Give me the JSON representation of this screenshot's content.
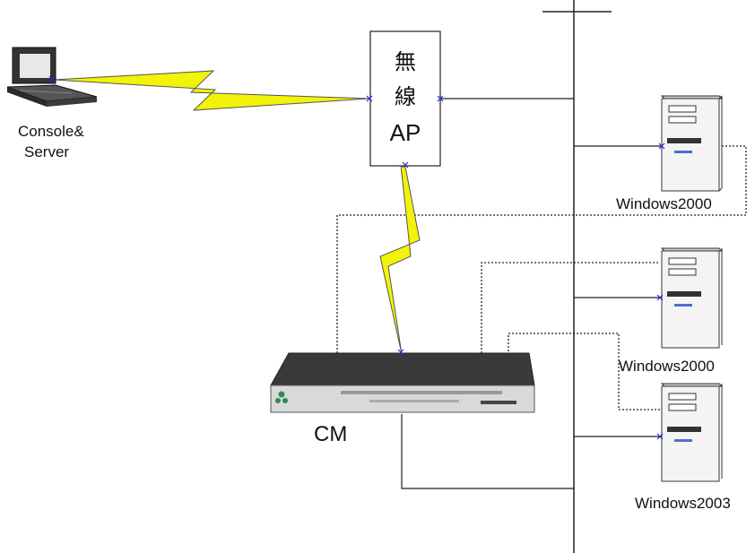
{
  "labels": {
    "console": [
      "Console&",
      "Server"
    ],
    "ap": [
      "無",
      "線",
      "AP"
    ],
    "cm": "CM",
    "server1": "Windows2000",
    "server2": "Windows2000",
    "server3": "Windows2003"
  },
  "colors": {
    "wireless": "#f2f20a",
    "wireless_outline": "#555555",
    "line": "#222222",
    "device_body": "#3a3a3a",
    "device_face": "#dcdcdc",
    "server_body": "#f4f4f4",
    "endpoint_marker": "#1f2fd0"
  },
  "icons": [
    "laptop-icon",
    "server-tower-icon",
    "console-manager-device-icon",
    "wireless-bolt-icon"
  ]
}
